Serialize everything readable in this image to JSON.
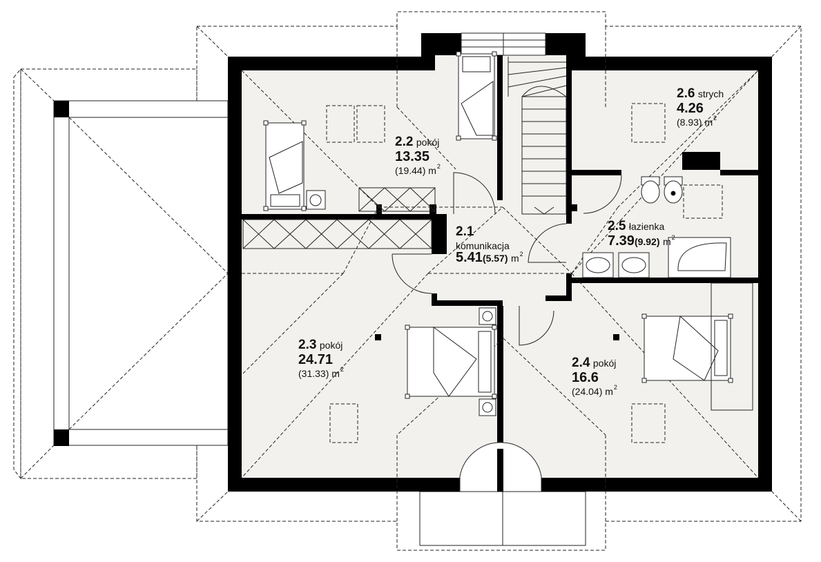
{
  "rooms": [
    {
      "number": "2.1",
      "name": "komunikacja",
      "area": "5.41",
      "gross": "(5.57)",
      "unit": "m",
      "exp": "2"
    },
    {
      "number": "2.2",
      "name": "pokój",
      "area": "13.35",
      "gross": "(19.44)",
      "unit": "m",
      "exp": "2"
    },
    {
      "number": "2.3",
      "name": "pokój",
      "area": "24.71",
      "gross": "(31.33)",
      "unit": "m",
      "exp": "2"
    },
    {
      "number": "2.4",
      "name": "pokój",
      "area": "16.6",
      "gross": "(24.04)",
      "unit": "m",
      "exp": "2"
    },
    {
      "number": "2.5",
      "name": "łazienka",
      "area": "7.39",
      "gross": "(9.92)",
      "unit": "m",
      "exp": "2"
    },
    {
      "number": "2.6",
      "name": "strych",
      "area": "4.26",
      "gross": "(8.93)",
      "unit": "m",
      "exp": "2"
    }
  ],
  "colors": {
    "wall": "#000000",
    "floor": "#f3f1ed",
    "line": "#222222",
    "background": "#ffffff"
  }
}
